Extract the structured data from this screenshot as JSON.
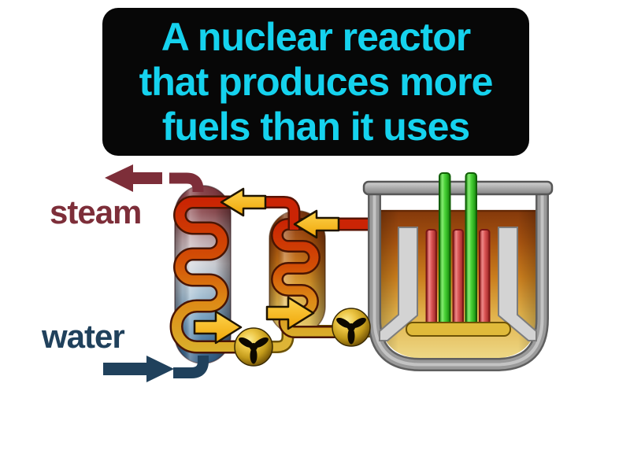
{
  "title": {
    "lines": [
      "A nuclear reactor",
      "that produces more",
      "fuels than it uses"
    ]
  },
  "labels": {
    "steam": "steam",
    "water": "water"
  },
  "colors": {
    "background": "#ffffff",
    "definition_box_bg": "#070707",
    "definition_text": "#15d2ee",
    "steam_maroon": "#7d2e39",
    "water_navy": "#20415c",
    "hot_pipe_red": "#cb2405",
    "cold_pipe_yellow": "#ddb436",
    "flow_arrow_yellow": "#f7b90f",
    "vessel_gray": "#9a9a9a",
    "fuel_rod_red": "#d95454",
    "control_rod_green": "#47d437",
    "pump_gold": "#caa21d"
  },
  "icons": {
    "pump": "pump-rotor-icon",
    "flow_arrow": "flow-arrow-icon",
    "steam_arrow": "steam-out-arrow-icon",
    "water_arrow": "water-in-arrow-icon"
  }
}
